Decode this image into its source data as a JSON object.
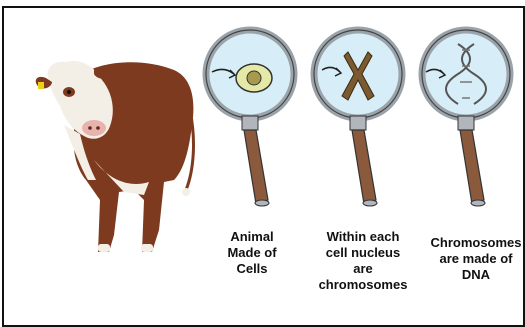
{
  "panels": [
    {
      "caption_lines": [
        "Animal",
        "Made of",
        "Cells"
      ]
    },
    {
      "caption_lines": [
        "Within each",
        "cell nucleus",
        "are",
        "chromosomes"
      ]
    },
    {
      "caption_lines": [
        "Chromosomes",
        "are made of",
        "DNA"
      ]
    }
  ],
  "colors": {
    "lens_fill": "#d7eef8",
    "lens_rim": "#9aa3aa",
    "handle_brown": "#8b5a3c",
    "cell_fill": "#e4e9a8",
    "chromosome_brown": "#7a5a2e",
    "cow_brown": "#7d3a1e",
    "cow_white": "#f4efe6"
  },
  "icons": [
    "cow-illustration",
    "magnifier-cell-icon",
    "magnifier-chromosome-icon",
    "magnifier-dna-icon"
  ]
}
